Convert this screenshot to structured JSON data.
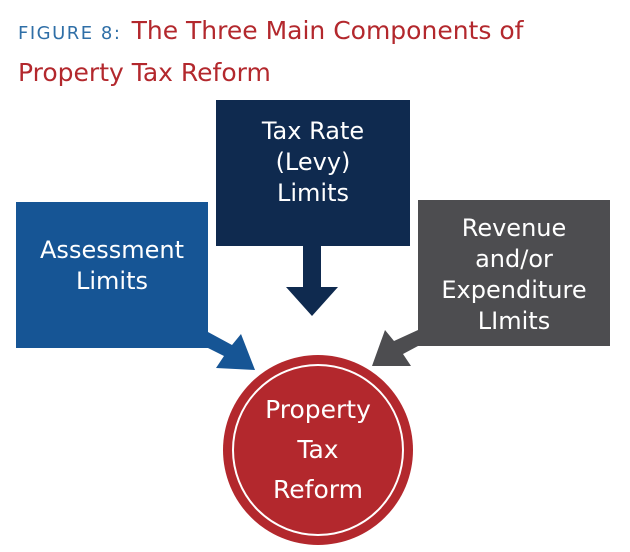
{
  "figure": {
    "label": "FIGURE 8:",
    "title": "The Three Main Components of Property Tax Reform"
  },
  "components": {
    "levy": {
      "label": "Tax Rate\n(Levy)\nLimits",
      "color": "#0f2a4f"
    },
    "assessment": {
      "label": "Assessment\nLimits",
      "color": "#165595"
    },
    "revenue": {
      "label": "Revenue\nand/or\nExpenditure\nLImits",
      "color": "#4d4d50"
    }
  },
  "center": {
    "label": "Property\nTax\nReform",
    "color": "#b3282d"
  }
}
